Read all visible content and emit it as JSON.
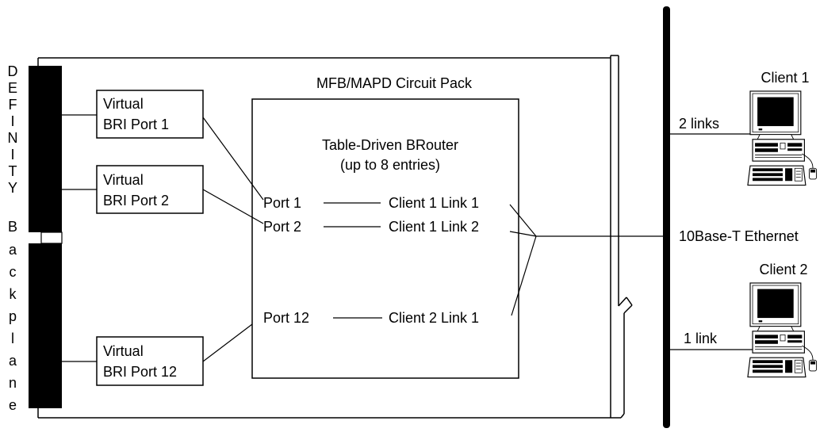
{
  "backplane": {
    "letters_top": [
      "D",
      "E",
      "F",
      "I",
      "N",
      "I",
      "T",
      "Y"
    ],
    "letters_bottom": [
      "B",
      "a",
      "c",
      "k",
      "p",
      "l",
      "a",
      "n",
      "e"
    ]
  },
  "circuit_pack": {
    "title": "MFB/MAPD Circuit Pack"
  },
  "virtual_ports": [
    {
      "line1": "Virtual",
      "line2": "BRI Port 1"
    },
    {
      "line1": "Virtual",
      "line2": "BRI Port 2"
    },
    {
      "line1": "Virtual",
      "line2": "BRI Port 12"
    }
  ],
  "brouter": {
    "title": "Table-Driven BRouter",
    "subtitle": "(up to 8 entries)",
    "rows": [
      {
        "port": "Port 1",
        "client": "Client 1 Link 1"
      },
      {
        "port": "Port 2",
        "client": "Client 1 Link 2"
      },
      {
        "port": "Port 12",
        "client": "Client 2 Link 1"
      }
    ]
  },
  "ethernet": {
    "label": "10Base-T Ethernet"
  },
  "clients": [
    {
      "name": "Client 1",
      "links": "2 links"
    },
    {
      "name": "Client 2",
      "links": "1 link"
    }
  ]
}
